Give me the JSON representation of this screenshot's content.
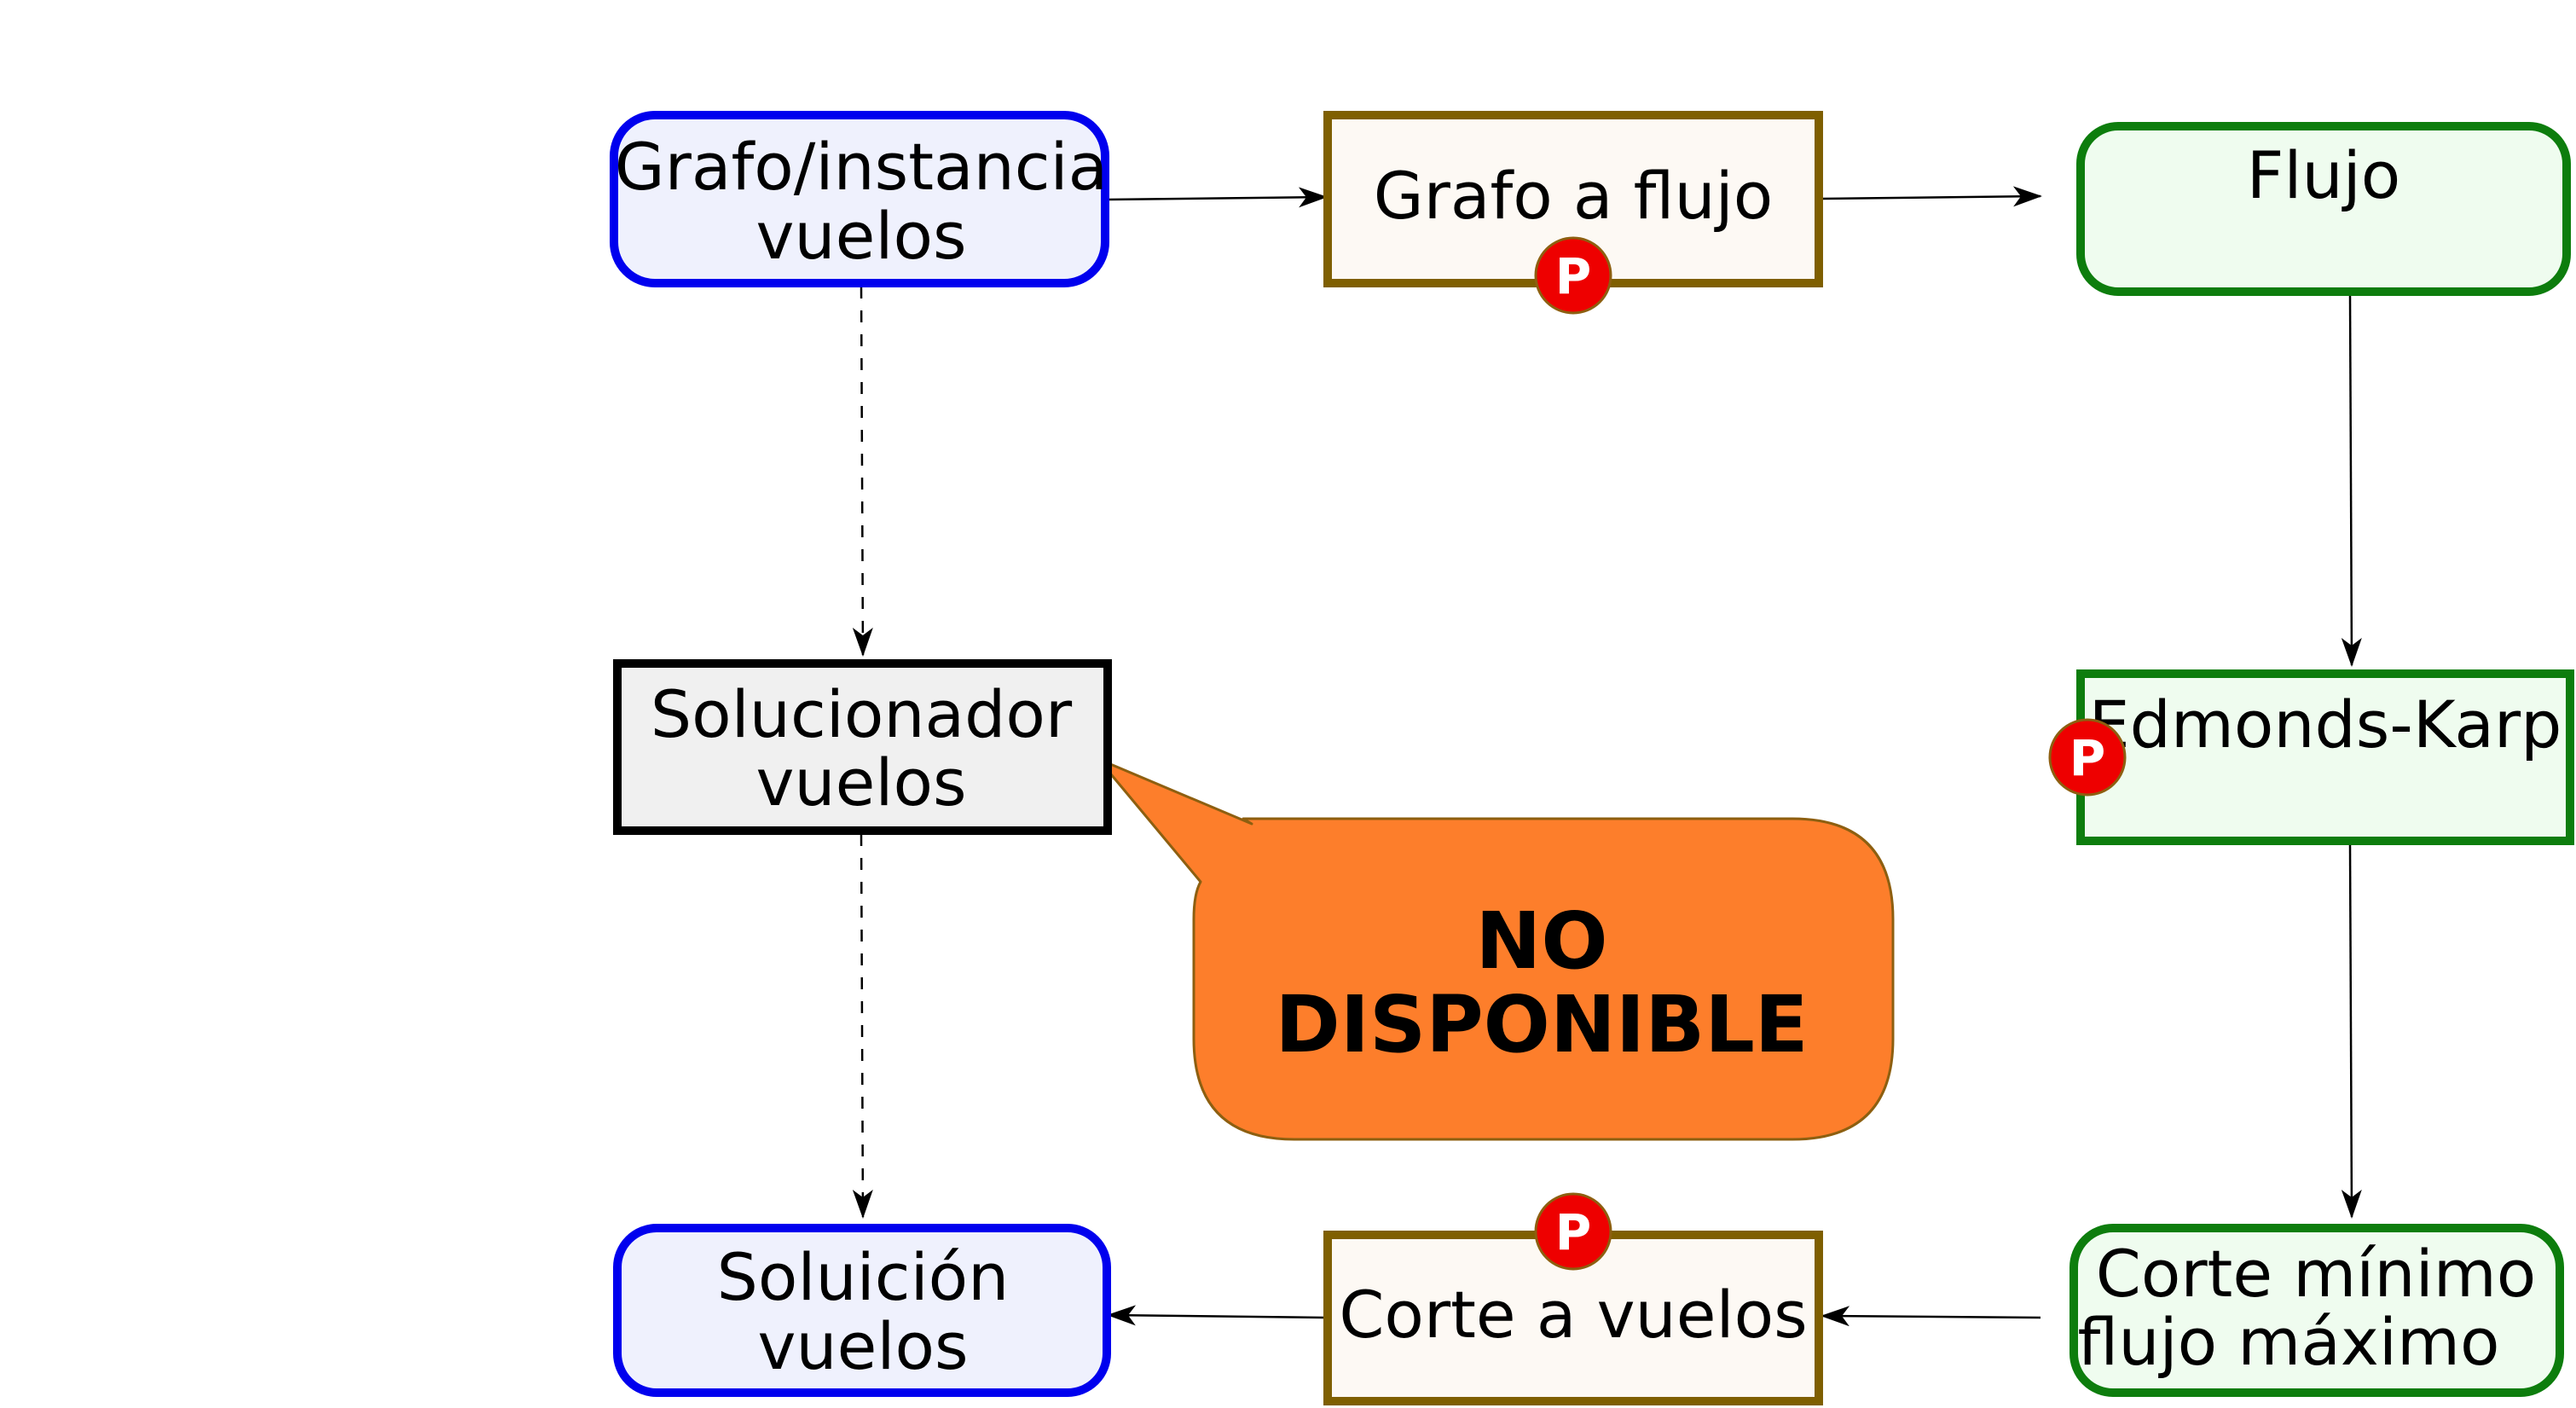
{
  "colors": {
    "blue_stroke": "#0000ee",
    "blue_fill": "#eff1fd",
    "olive_stroke": "#7f5f00",
    "olive_fill": "#fdf9f4",
    "green_stroke": "#0d7d0d",
    "green_fill": "#effcef",
    "black_stroke": "#000000",
    "gray_fill": "#f0f0f0",
    "bubble_fill": "#fd7e2b",
    "bubble_stroke": "#8d5f10",
    "badge_fill": "#ee0000",
    "badge_text": "#ffffff"
  },
  "nodes": {
    "grafo_instancia": {
      "line1": "Grafo/instancia",
      "line2": "vuelos"
    },
    "grafo_a_flujo": {
      "line1": "Grafo a flujo"
    },
    "flujo": {
      "line1": "Flujo"
    },
    "solucionador": {
      "line1": "Solucionador",
      "line2": "vuelos"
    },
    "edmonds_karp": {
      "line1": "Edmonds-Karp"
    },
    "solucion": {
      "line1": "Soluición",
      "line2": "vuelos"
    },
    "corte_a_vuelos": {
      "line1": "Corte a vuelos"
    },
    "corte_minimo": {
      "line1": "Corte mínimo",
      "line2": "flujo máximo"
    }
  },
  "callout": {
    "line1": "NO",
    "line2": "DISPONIBLE"
  },
  "badges": {
    "grafo_a_flujo": "P",
    "edmonds_karp": "P",
    "corte_a_vuelos": "P"
  }
}
